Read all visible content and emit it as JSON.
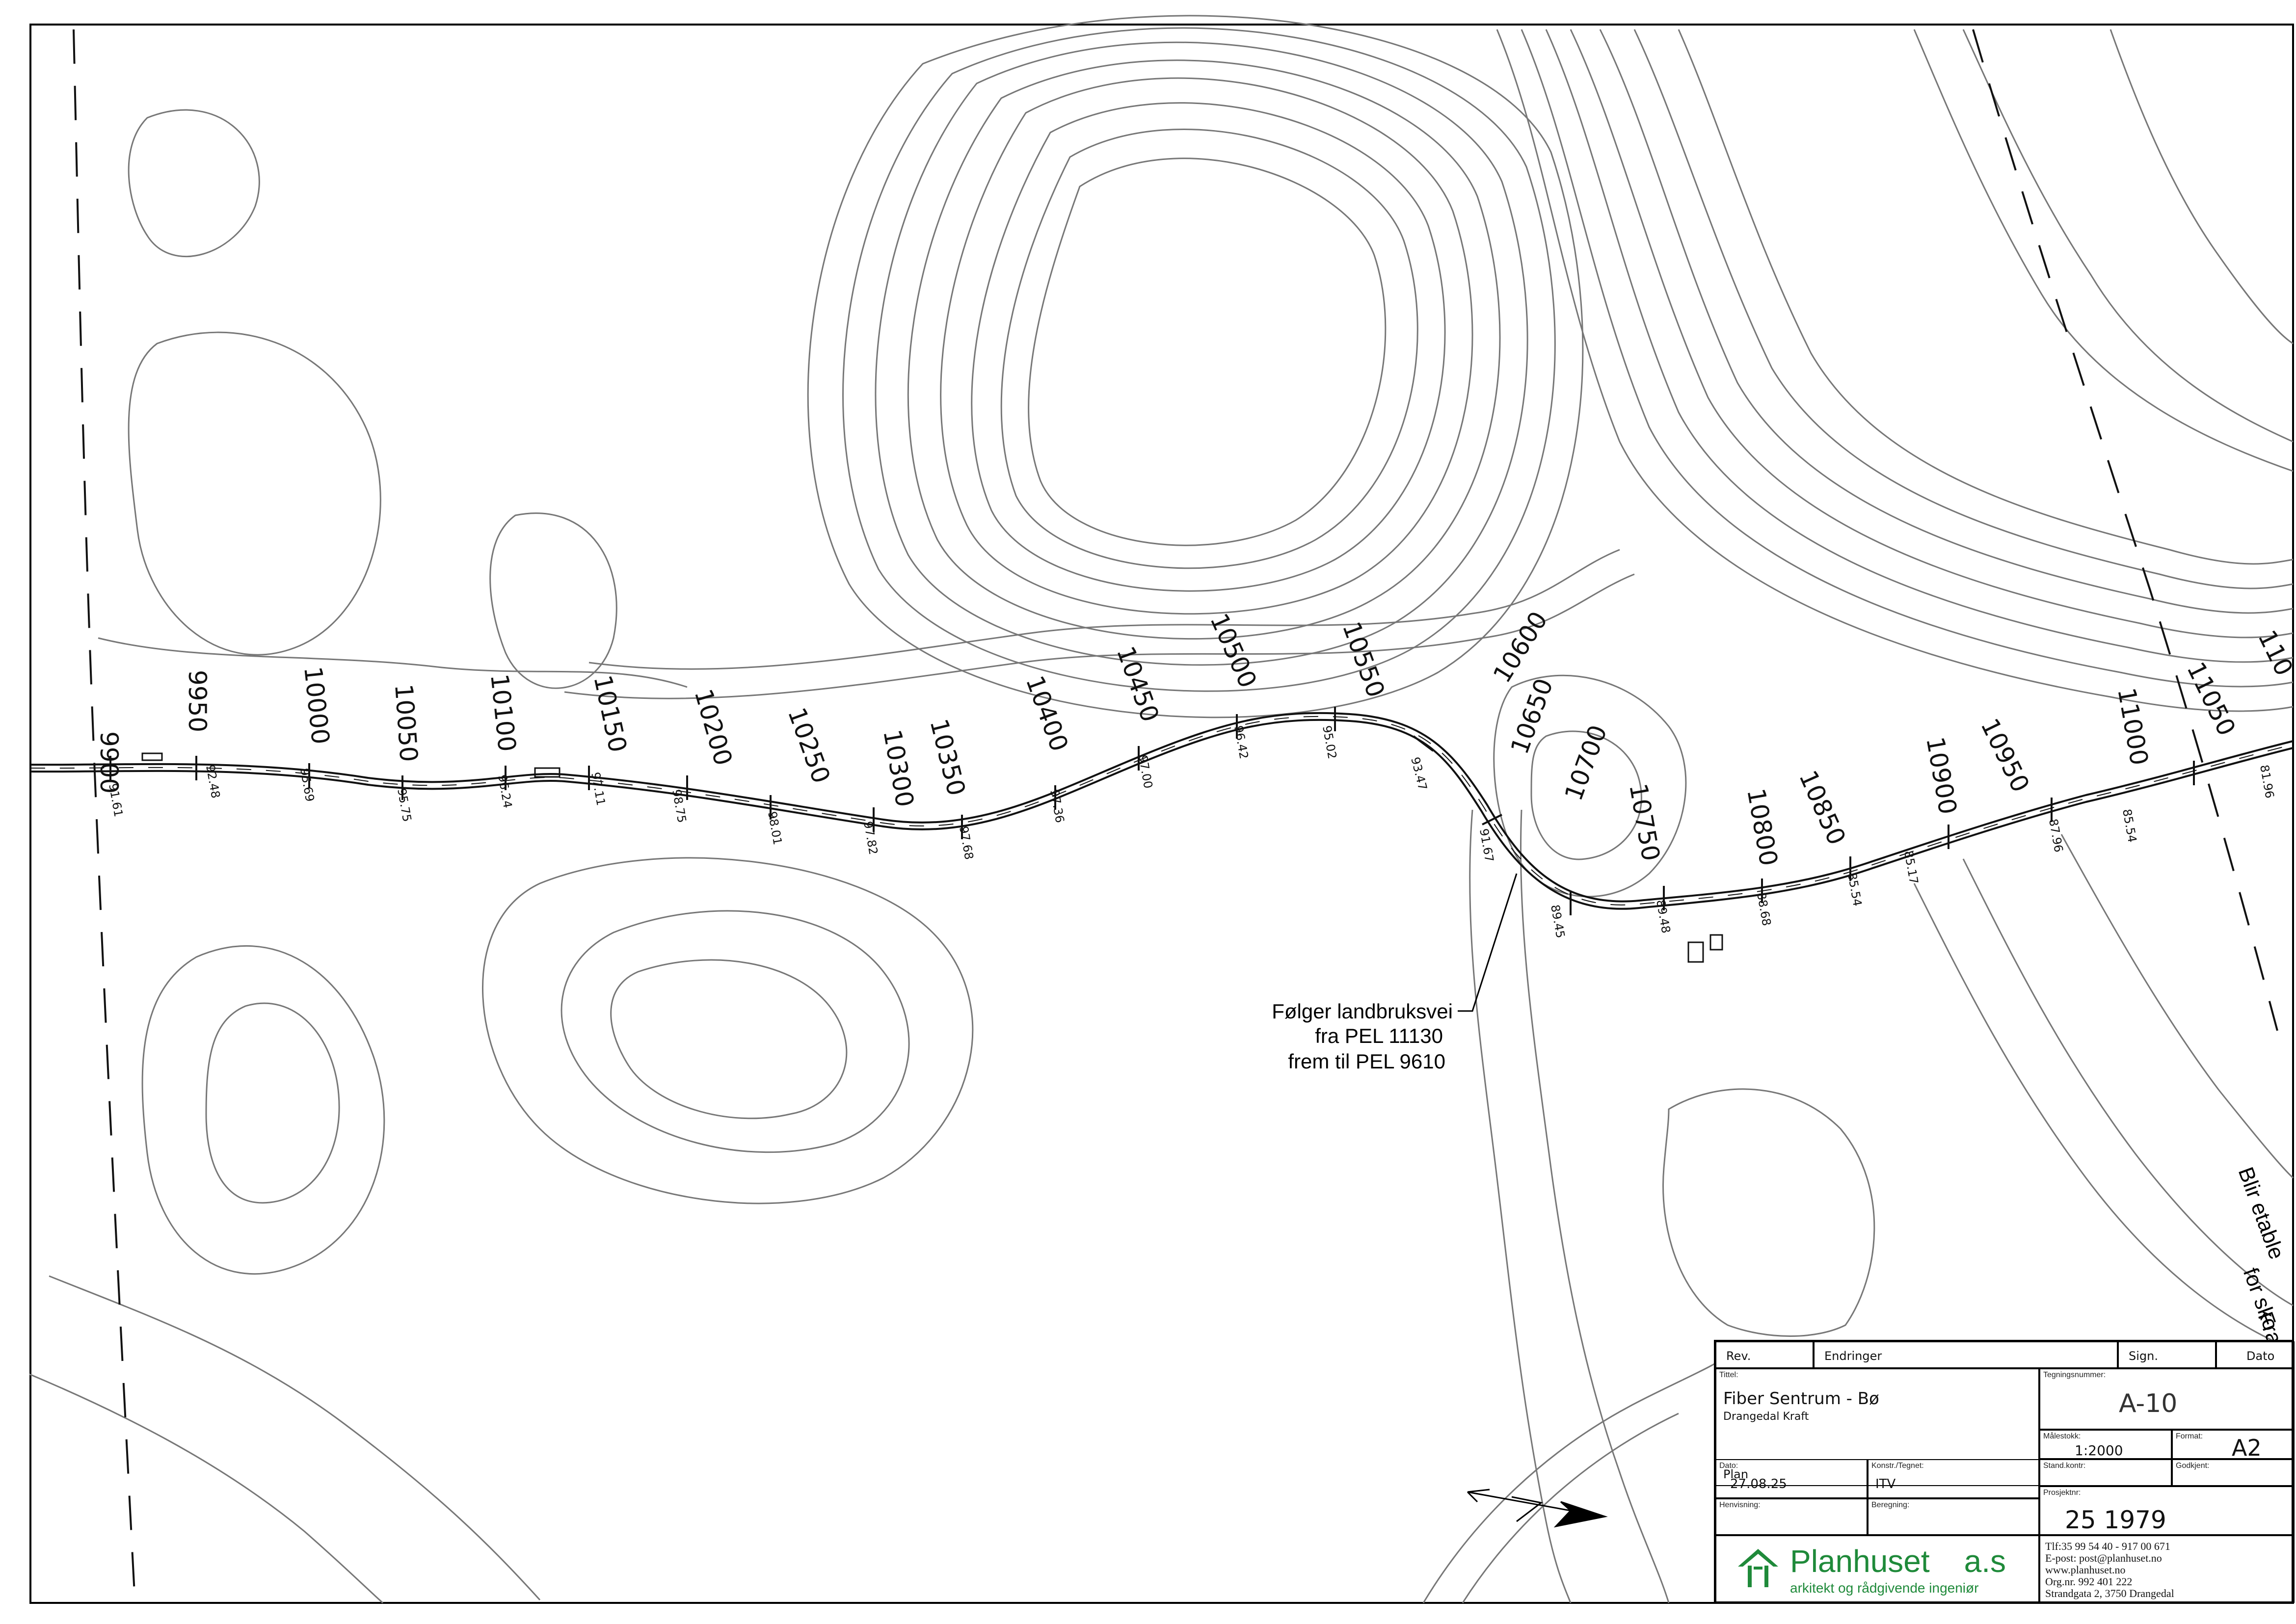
{
  "map": {
    "stations": [
      "9900",
      "9950",
      "10000",
      "10050",
      "10100",
      "10150",
      "10200",
      "10250",
      "10300",
      "10350",
      "10400",
      "10450",
      "10500",
      "10550",
      "10600",
      "10650",
      "10700",
      "10750",
      "10800",
      "10850",
      "10900",
      "10950",
      "11000",
      "11050",
      "110"
    ],
    "elevations": [
      "91.61",
      "92.48",
      "95.69",
      "95.75",
      "96.24",
      "97.11",
      "98.75",
      "98.01",
      "97.82",
      "97.68",
      "97.36",
      "97.00",
      "96.42",
      "95.02",
      "93.47",
      "91.67",
      "89.45",
      "89.48",
      "88.68",
      "85.54",
      "85.17",
      "87.96",
      "85.54",
      "81.96"
    ],
    "note_lines": [
      "Følger landbruksvei",
      "fra PEL 11130",
      "frem til PEL 9610"
    ],
    "side_note_lines": [
      "Blir etable",
      "for sko",
      "Fra"
    ]
  },
  "titleblock": {
    "rev_label": "Rev.",
    "changes_label": "Endringer",
    "sign_label": "Sign.",
    "date_col_label": "Dato",
    "title_label": "Tittel:",
    "title": "Fiber Sentrum - Bø",
    "client": "Drangedal Kraft",
    "drawing_kind": "Plan",
    "drawing_number_label": "Tegningsnummer:",
    "drawing_number": "A-10",
    "scale_label": "Målestokk:",
    "scale": "1:2000",
    "format_label": "Format:",
    "format": "A2",
    "date_label": "Dato:",
    "date": "27.08.25",
    "drawn_label": "Konstr./Tegnet:",
    "drawn": "ITV",
    "check_label": "Stand.kontr:",
    "approved_label": "Godkjent:",
    "reference_label": "Henvisning:",
    "calc_label": "Beregning:",
    "project_label": "Prosjektnr:",
    "project": "25 1979",
    "company_name": "Planhuset",
    "company_suffix": "a.s",
    "company_tagline": "arkitekt og rådgivende ingeniør",
    "contact": {
      "phone": "Tlf:35 99 54 40 - 917 00 671",
      "email": "E-post: post@planhuset.no",
      "web": "www.planhuset.no",
      "org": "Org.nr. 992 401 222",
      "address": "Strandgata 2, 3750 Drangedal"
    },
    "logo_color": "#1f8a3a"
  }
}
